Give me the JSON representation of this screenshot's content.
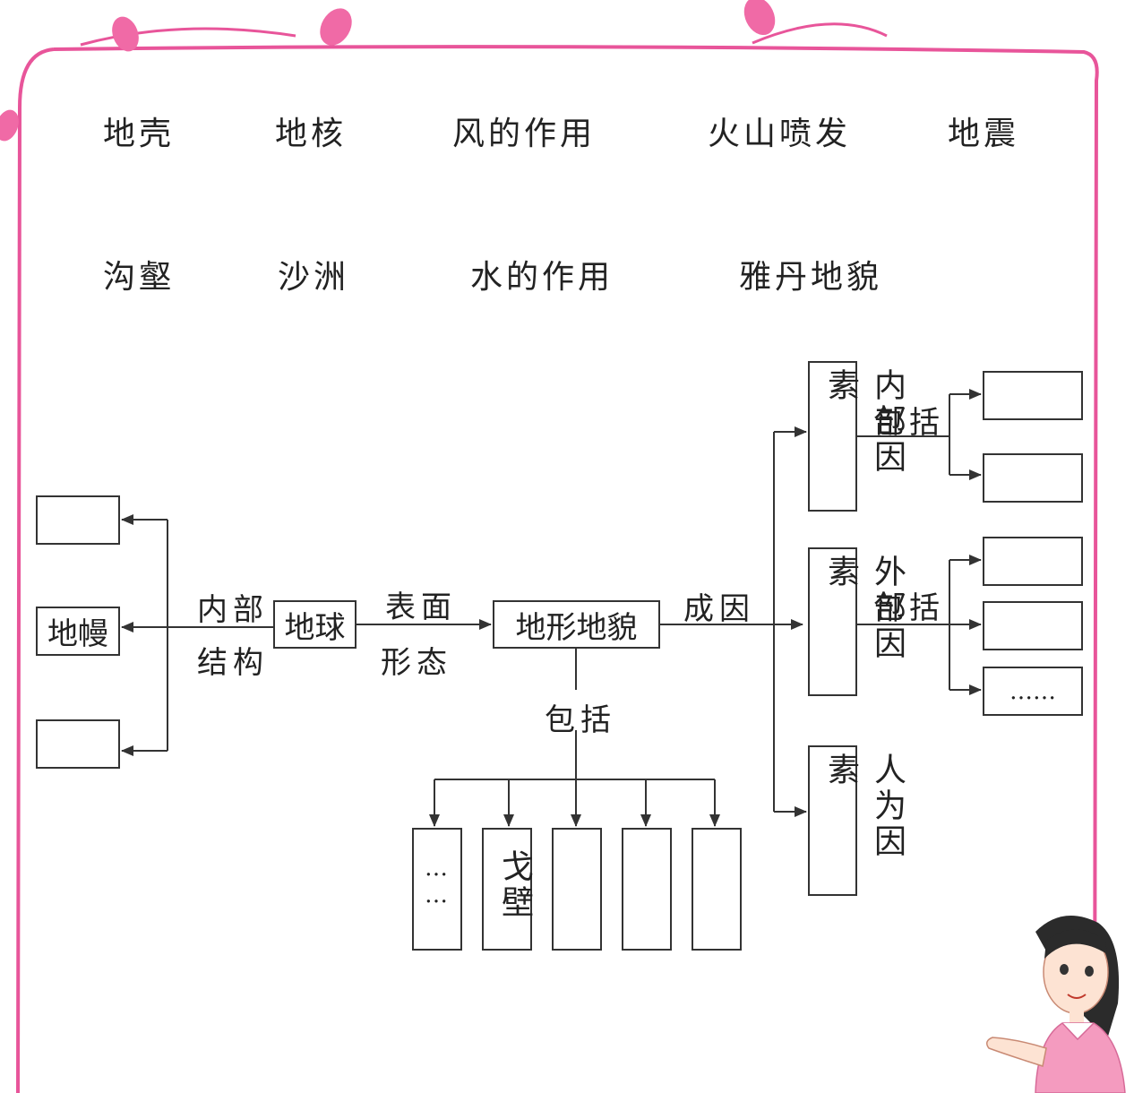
{
  "word_bank": {
    "row1": [
      "地壳",
      "地核",
      "风的作用",
      "火山喷发",
      "地震"
    ],
    "row2": [
      "沟壑",
      "沙洲",
      "水的作用",
      "雅丹地貌"
    ]
  },
  "diagram": {
    "earth": "地球",
    "landform": "地形地貌",
    "mantle": "地幔",
    "internal_structure_1": "内部",
    "internal_structure_2": "结构",
    "surface_form_1": "表面",
    "surface_form_2": "形态",
    "cause": "成因",
    "includes": "包括",
    "internal_factors": "内部因素",
    "external_factors": "外部因素",
    "human_factors": "人为因素",
    "gobi": "戈壁",
    "ellipsis_h": "……",
    "ellipsis_v": "……"
  },
  "colors": {
    "frame": "#e8559a",
    "leaf": "#f06aa6",
    "line": "#333333"
  }
}
